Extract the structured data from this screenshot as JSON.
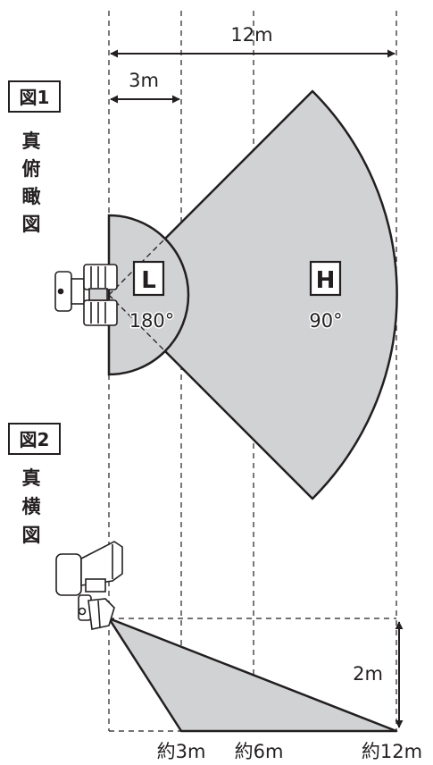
{
  "figure1": {
    "label": "図1",
    "caption": [
      "真",
      "俯",
      "瞰",
      "図"
    ],
    "dim_total": "12m",
    "dim_near": "3m",
    "zone_low": {
      "letter": "L",
      "angle": "180°"
    },
    "zone_high": {
      "letter": "H",
      "angle": "90°"
    }
  },
  "figure2": {
    "label": "図2",
    "caption": [
      "真",
      "横",
      "図"
    ],
    "height": "2m",
    "distances": [
      "約3m",
      "約6m",
      "約12m"
    ]
  },
  "colors": {
    "fill": "#d1d2d4",
    "line": "#231f20"
  }
}
